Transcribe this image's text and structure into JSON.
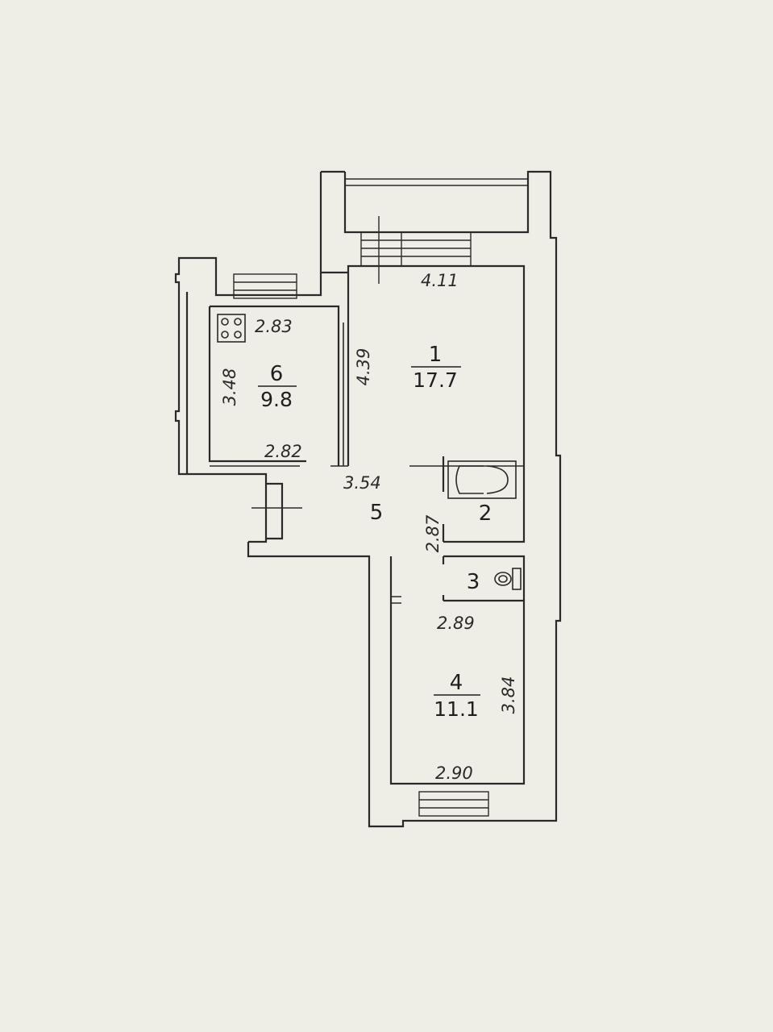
{
  "rooms": [
    {
      "number": "1",
      "area": "17.7"
    },
    {
      "number": "2"
    },
    {
      "number": "3"
    },
    {
      "number": "4",
      "area": "11.1"
    },
    {
      "number": "5"
    },
    {
      "number": "6",
      "area": "9.8"
    }
  ],
  "dimensions": {
    "room1_width": "4.11",
    "room1_length": "4.39",
    "room1_bottom": "3.54",
    "room6_top": "2.83",
    "room6_side": "3.48",
    "room6_bottom": "2.82",
    "bath_length": "2.87",
    "room4_top": "2.89",
    "room4_side": "3.84",
    "room4_bottom": "2.90"
  },
  "icons": {
    "stove": "stove-icon",
    "bathtub": "bathtub-icon",
    "toilet": "toilet-icon"
  }
}
